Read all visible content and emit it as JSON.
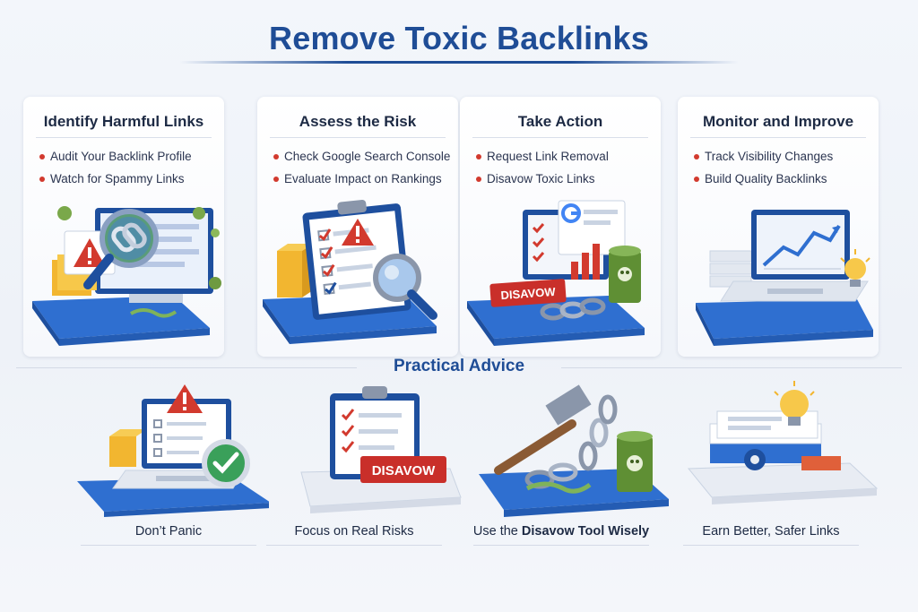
{
  "page": {
    "title": "Remove Toxic Backlinks",
    "section_title": "Practical Advice"
  },
  "steps": [
    {
      "title": "Identify Harmful Links",
      "bullets": [
        "Audit Your Backlink Profile",
        "Watch for Spammy Links"
      ]
    },
    {
      "title": "Assess the Risk",
      "bullets": [
        "Check Google Search Console",
        "Evaluate Impact on Rankings"
      ]
    },
    {
      "title": "Take Action",
      "bullets": [
        "Request Link Removal",
        "Disavow Toxic Links"
      ],
      "badge": "DISAVOW"
    },
    {
      "title": "Monitor and Improve",
      "bullets": [
        "Track Visibility Changes",
        "Build Quality Backlinks"
      ]
    }
  ],
  "advice": [
    {
      "label": "Don’t Panic"
    },
    {
      "label": "Focus on Real Risks",
      "badge": "DISAVOW"
    },
    {
      "label_prefix": "Use the ",
      "label_bold": "Disavow Tool Wisely"
    },
    {
      "label": "Earn Better, Safer Links"
    }
  ],
  "icons": {
    "step1": [
      "monitor-icon",
      "magnifier-icon",
      "chain-link-icon",
      "warning-icon",
      "virus-icon"
    ],
    "step2": [
      "clipboard-checklist-icon",
      "warning-icon",
      "magnifier-icon"
    ],
    "step3": [
      "google-logo-icon",
      "bar-chart-icon",
      "broken-chain-icon",
      "toxic-barrel-icon"
    ],
    "step4": [
      "laptop-icon",
      "line-chart-icon",
      "lightbulb-icon"
    ],
    "advice1": [
      "laptop-icon",
      "warning-icon",
      "checkmark-icon"
    ],
    "advice2": [
      "clipboard-checklist-icon"
    ],
    "advice3": [
      "hammer-icon",
      "broken-chain-icon",
      "toxic-barrel-icon"
    ],
    "advice4": [
      "document-stack-icon",
      "lightbulb-icon",
      "gear-icon"
    ]
  },
  "colors": {
    "title": "#1f4d96",
    "accent_red": "#d23a2e",
    "platform_blue": "#2f6fd0",
    "text": "#1d2a44"
  }
}
